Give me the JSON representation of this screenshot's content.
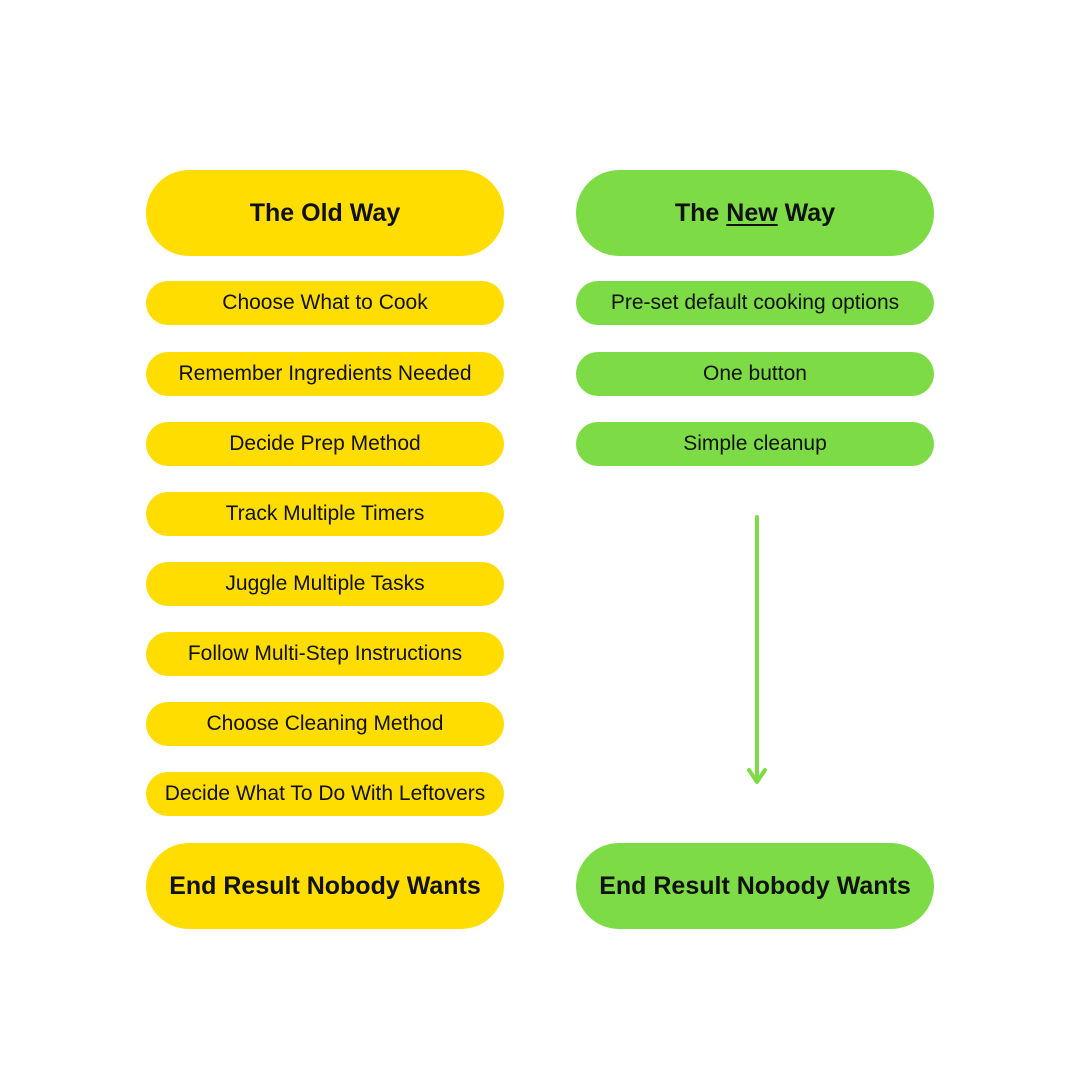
{
  "old_way": {
    "title": "The Old Way",
    "steps": [
      "Choose What to Cook",
      "Remember Ingredients Needed",
      "Decide Prep Method",
      "Track Multiple Timers",
      "Juggle Multiple Tasks",
      "Follow Multi-Step Instructions",
      "Choose Cleaning Method",
      "Decide What To Do With Leftovers"
    ],
    "result": "End Result Nobody Wants"
  },
  "new_way": {
    "title_prefix": "The",
    "title_emphasis": "New",
    "title_suffix": "Way",
    "steps": [
      "Pre-set default cooking options",
      "One button",
      "Simple cleanup"
    ],
    "result": "End Result Nobody Wants"
  },
  "colors": {
    "old_way": "#ffdd00",
    "new_way": "#7ddc45",
    "arrow": "#7ddc45"
  },
  "icons": {
    "flow_arrow": "arrow-down-icon"
  }
}
